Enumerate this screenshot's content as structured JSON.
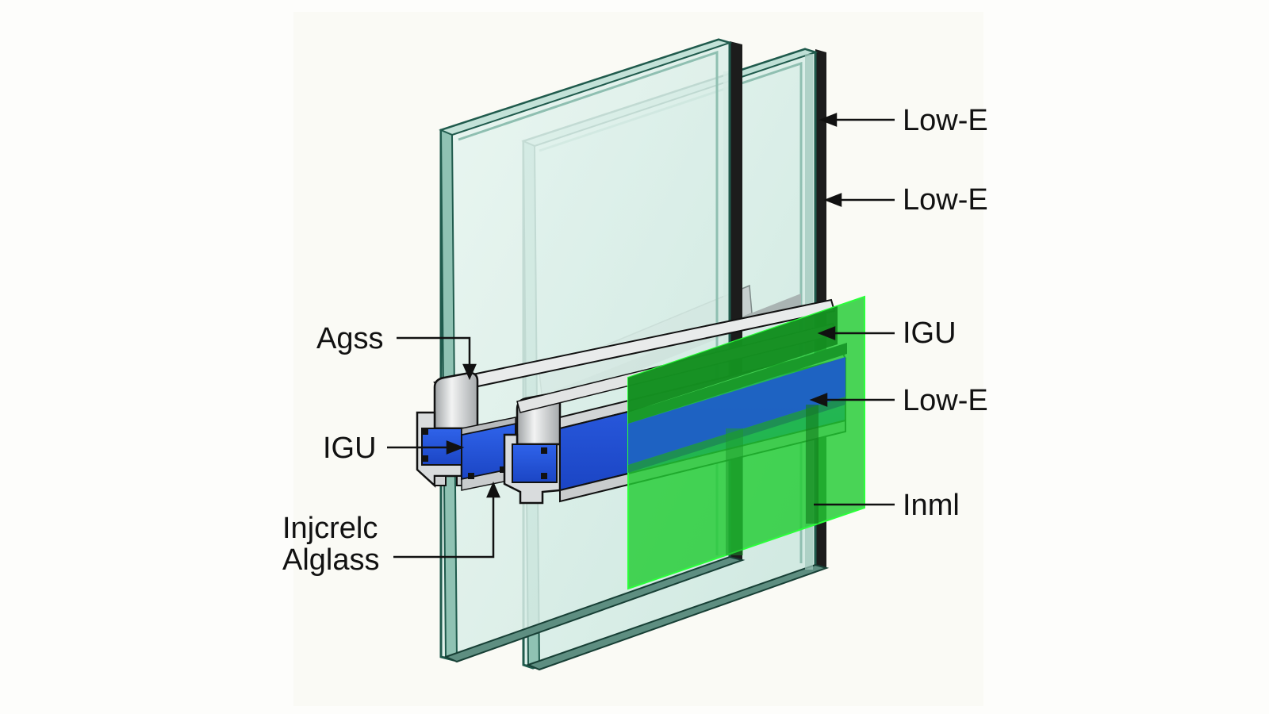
{
  "diagram": {
    "type": "exploded isometric cross-section",
    "subject": "Double-glazed insulated glass unit with aluminium spacer frames",
    "colors": {
      "background": "#fdfdfb",
      "glass_face": "#d7ede6",
      "glass_edge": "#1f5a4c",
      "glass_edge_light": "#7fb8a8",
      "frame_dark": "#1a1a1a",
      "aluminium_light": "#e4e6e6",
      "aluminium_mid": "#b9bcbd",
      "aluminium_dark": "#8a8e90",
      "desiccant_blue": "#1e4fd6",
      "desiccant_blue_light": "#3a6df0",
      "highlight_panel_green": "#22cc33",
      "highlight_panel_green_dark": "#138a1f",
      "label_text": "#111111",
      "leader_line": "#111111"
    }
  },
  "labels": {
    "right": [
      {
        "id": "low-e-1",
        "text": "Low-E"
      },
      {
        "id": "low-e-2",
        "text": "Low-E"
      },
      {
        "id": "igu-right",
        "text": "IGU"
      },
      {
        "id": "low-e-3",
        "text": "Low-E"
      },
      {
        "id": "inml",
        "text": "Inml"
      }
    ],
    "left": [
      {
        "id": "agss",
        "text": "Agss"
      },
      {
        "id": "igu-left",
        "text": "IGU"
      },
      {
        "id": "injcrelc",
        "line1": "Injcrelc",
        "line2": "Alglass"
      }
    ]
  },
  "components": [
    {
      "name": "outer glass pane",
      "count": 2
    },
    {
      "name": "inner glass pane",
      "count": 2
    },
    {
      "name": "dark edge seal strip",
      "count": 2
    },
    {
      "name": "aluminium spacer profile",
      "count": 2
    },
    {
      "name": "blue desiccant channel",
      "count": 2
    },
    {
      "name": "green highlight overlay panel",
      "count": 1
    }
  ]
}
